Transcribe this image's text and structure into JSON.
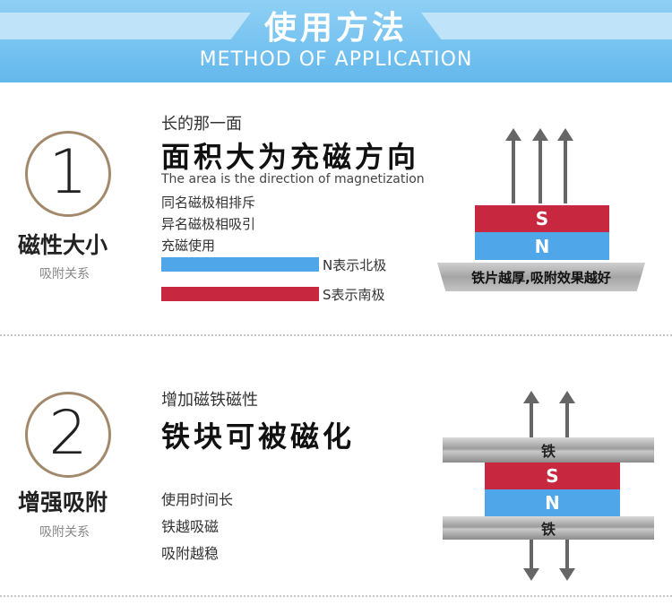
{
  "header": {
    "title": "使用方法",
    "subtitle": "METHOD OF APPLICATION"
  },
  "section1": {
    "number": "1",
    "label": "磁性大小",
    "sub_label": "吸附关系",
    "line1": "长的那一面",
    "headline": "面积大为充磁方向",
    "english": "The area is the direction of magnetization",
    "line2": "同名磁极相排斥",
    "line3": "异名磁极相吸引",
    "line4": "充磁使用",
    "legend_n": "N表示北极",
    "legend_s": "S表示南极",
    "magnet_s": "S",
    "magnet_n": "N",
    "tray_text": "铁片越厚,吸附效果越好"
  },
  "section2": {
    "number": "2",
    "label": "增强吸附",
    "sub_label": "吸附关系",
    "line1": "增加磁铁磁性",
    "headline": "铁块可被磁化",
    "line2": "使用时间长",
    "line3": "铁越吸磁",
    "line4": "吸附越稳",
    "iron_top": "铁",
    "magnet_s": "S",
    "magnet_n": "N",
    "iron_bottom": "铁"
  },
  "colors": {
    "north_blue": "#4fa6e8",
    "south_red": "#c8283f",
    "banner_blue": "#6fbdee",
    "circle_border": "#a2896b"
  },
  "icons": {
    "up": "arrow-up-icon",
    "down": "arrow-down-icon"
  }
}
